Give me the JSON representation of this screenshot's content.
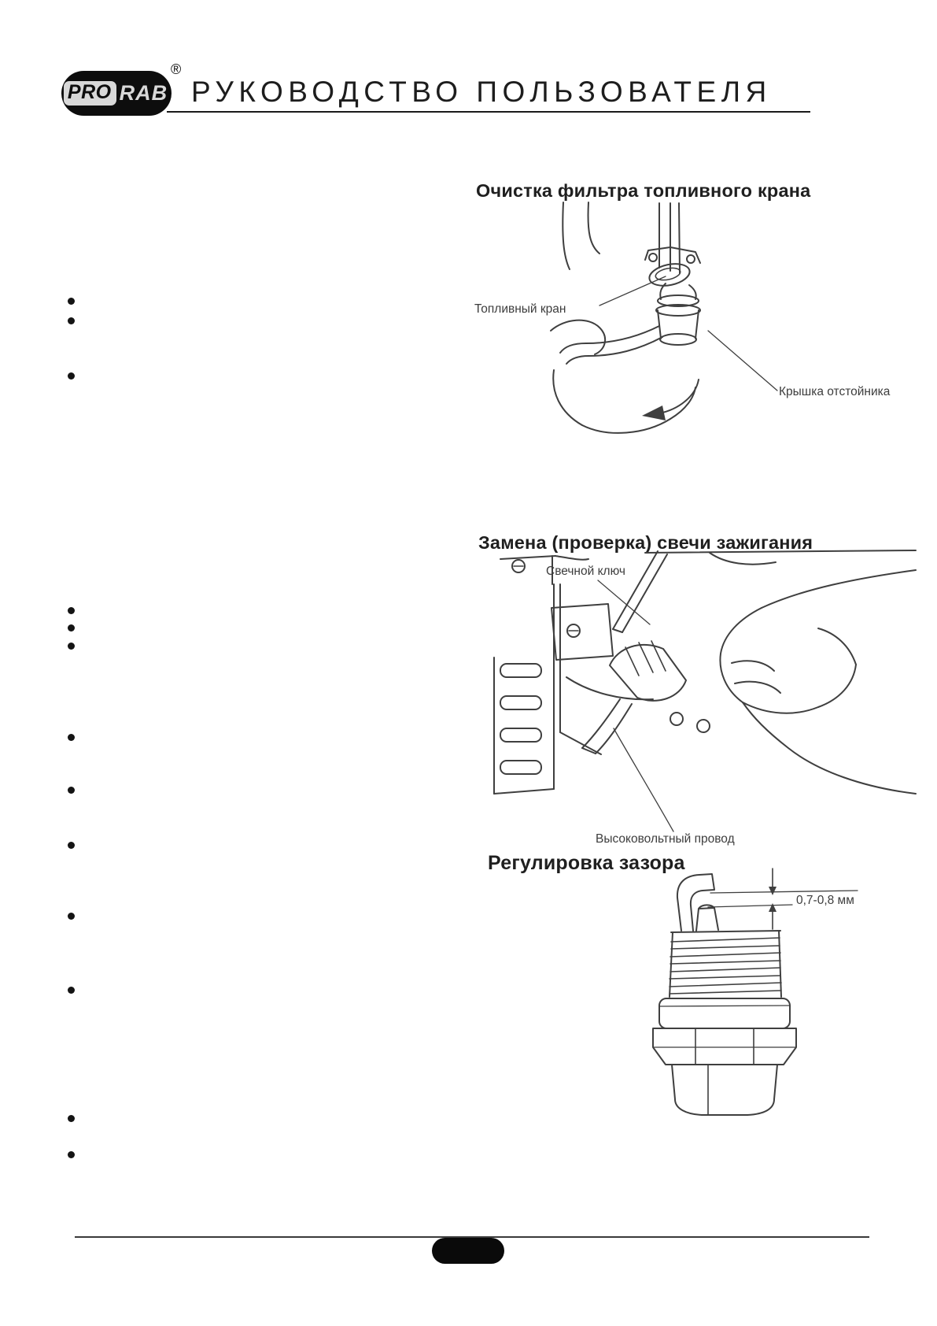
{
  "header": {
    "logo": {
      "pro": "PRO",
      "rab": "RAB",
      "reg": "®"
    },
    "title": "РУКОВОДСТВО ПОЛЬЗОВАТЕЛЯ"
  },
  "sections": {
    "fuel_filter": {
      "title": "Очистка фильтра топливного крана",
      "labels": {
        "fuel_valve": "Топливный кран",
        "sediment_cap": "Крышка отстойника"
      }
    },
    "spark_plug": {
      "title": "Замена (проверка) свечи зажигания",
      "labels": {
        "wrench": "Свечной ключ",
        "hv_wire": "Высоковольтный провод"
      }
    },
    "gap_adjust": {
      "title": "Регулировка зазора",
      "labels": {
        "gap_value": "0,7-0,8 мм"
      }
    }
  },
  "bullets": {
    "group_1_count": 3,
    "group_2_count": 3,
    "single_count": 5,
    "group_3_count": 2
  },
  "colors": {
    "ink": "#1f1f1f",
    "line_art": "#3f3f3f",
    "label_text": "#3d3d3d",
    "logo_black": "#0d0d0d",
    "logo_gray": "#d8d8d8"
  }
}
